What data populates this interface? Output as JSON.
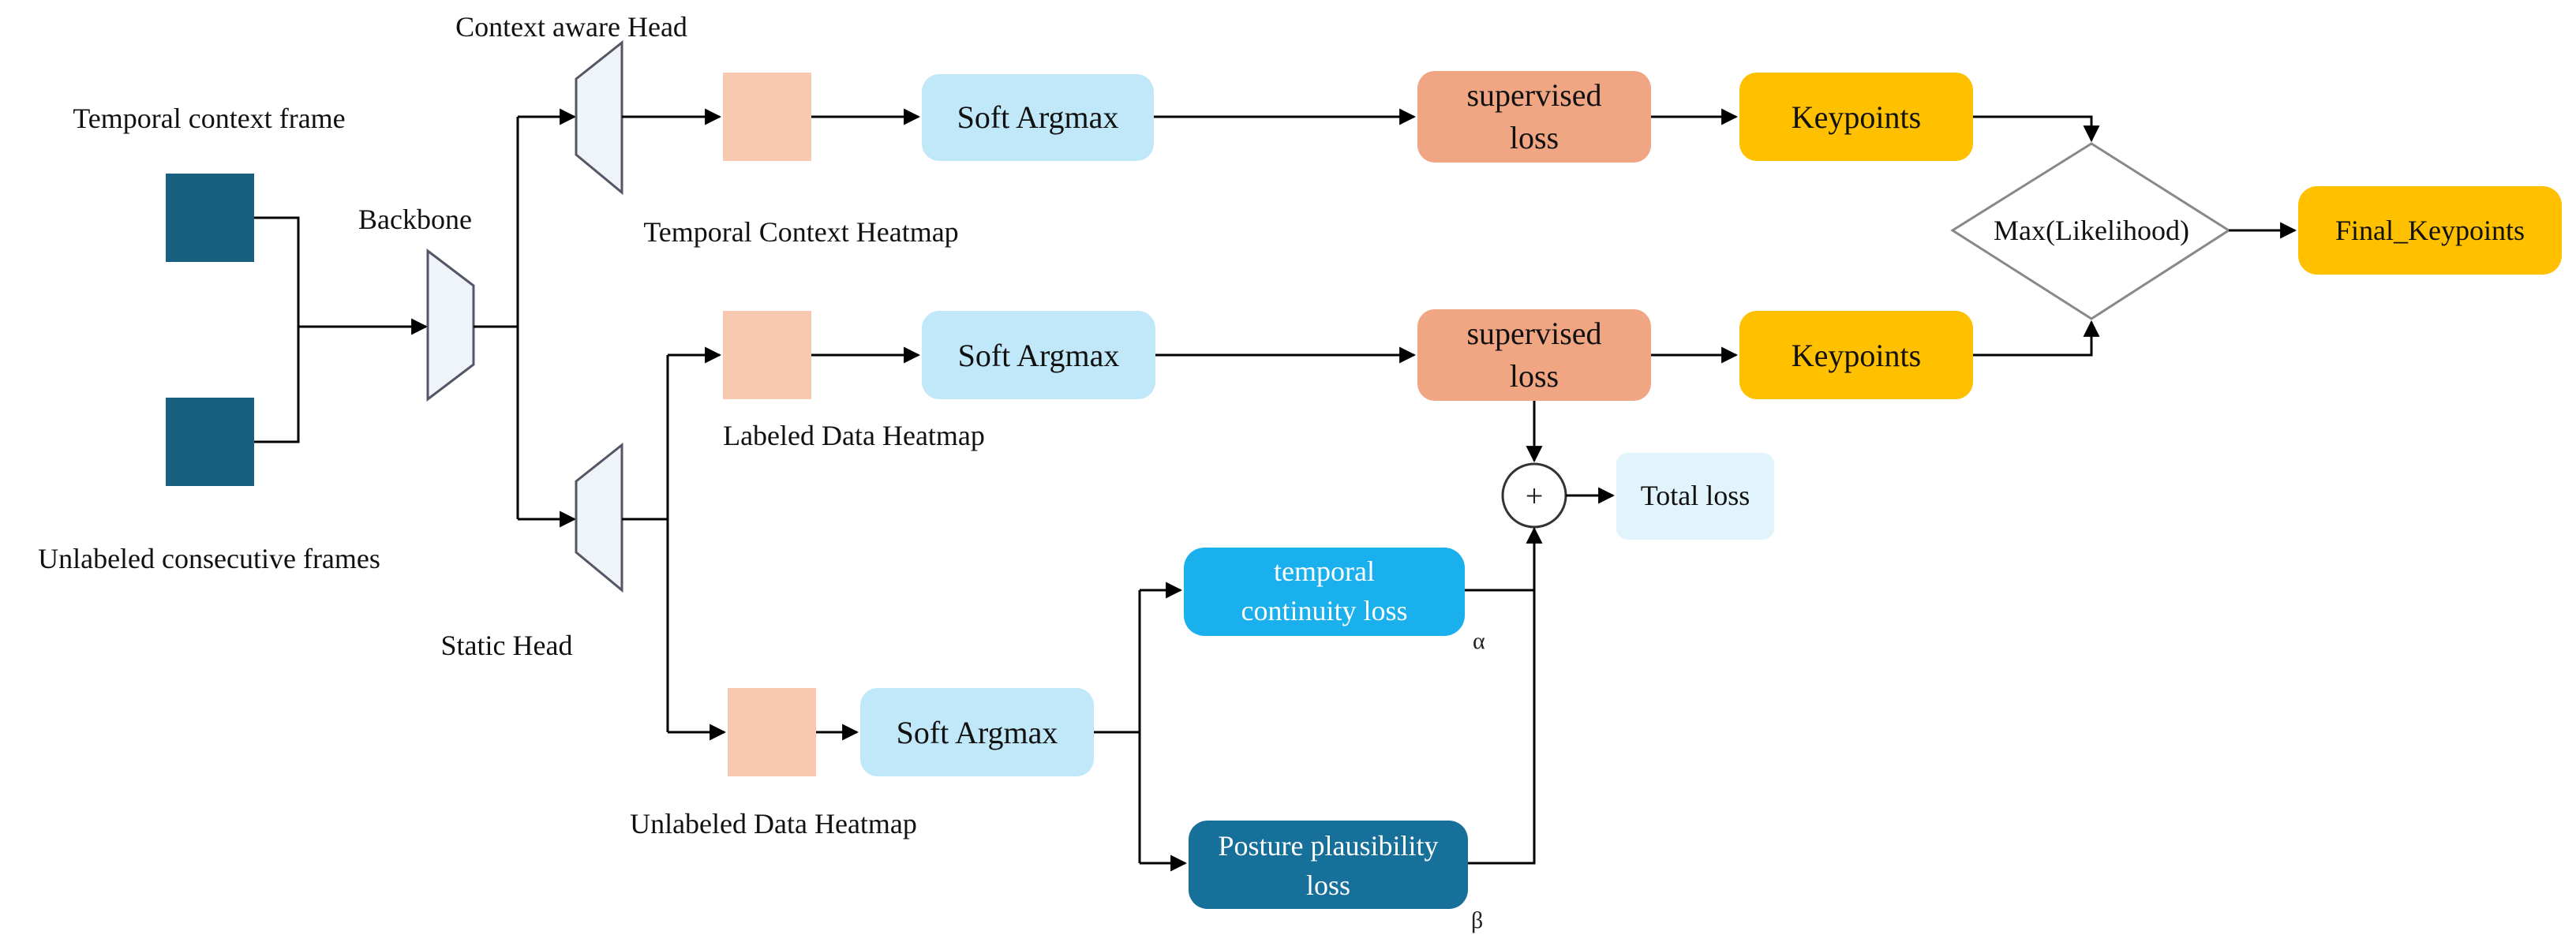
{
  "labels": {
    "temporal_context_frame": "Temporal context frame",
    "unlabeled_consecutive_frames": "Unlabeled consecutive frames",
    "backbone": "Backbone",
    "context_aware_head": "Context aware  Head",
    "static_head": "Static Head",
    "temporal_context_heatmap": "Temporal Context Heatmap",
    "labeled_data_heatmap": "Labeled Data Heatmap",
    "unlabeled_data_heatmap": "Unlabeled Data Heatmap",
    "alpha": "α",
    "beta": "β"
  },
  "boxes": {
    "soft_argmax_top": "Soft Argmax",
    "soft_argmax_mid": "Soft Argmax",
    "soft_argmax_bottom": "Soft Argmax",
    "supervised_loss_top_line1": "supervised",
    "supervised_loss_top_line2": "loss",
    "supervised_loss_mid_line1": "supervised",
    "supervised_loss_mid_line2": "loss",
    "keypoints_top": "Keypoints",
    "keypoints_mid": "Keypoints",
    "max_likelihood": "Max(Likelihood)",
    "final_keypoints": "Final_Keypoints",
    "total_loss": "Total loss",
    "temporal_continuity_line1": "temporal",
    "temporal_continuity_line2": "continuity loss",
    "posture_plausibility_line1": "Posture plausibility",
    "posture_plausibility_line2": "loss",
    "plus_symbol": "+"
  },
  "colors": {
    "frame_fill": "#17607f",
    "heatmap_fill": "#f8c9b0",
    "soft_argmax_fill": "#c0e8f8",
    "supervised_fill": "#f0a683",
    "keypoints_fill": "#ffc000",
    "temporal_fill": "#19b0ed",
    "posture_fill": "#17709a",
    "total_loss_fill": "#e1f3fb",
    "line": "#000000"
  }
}
